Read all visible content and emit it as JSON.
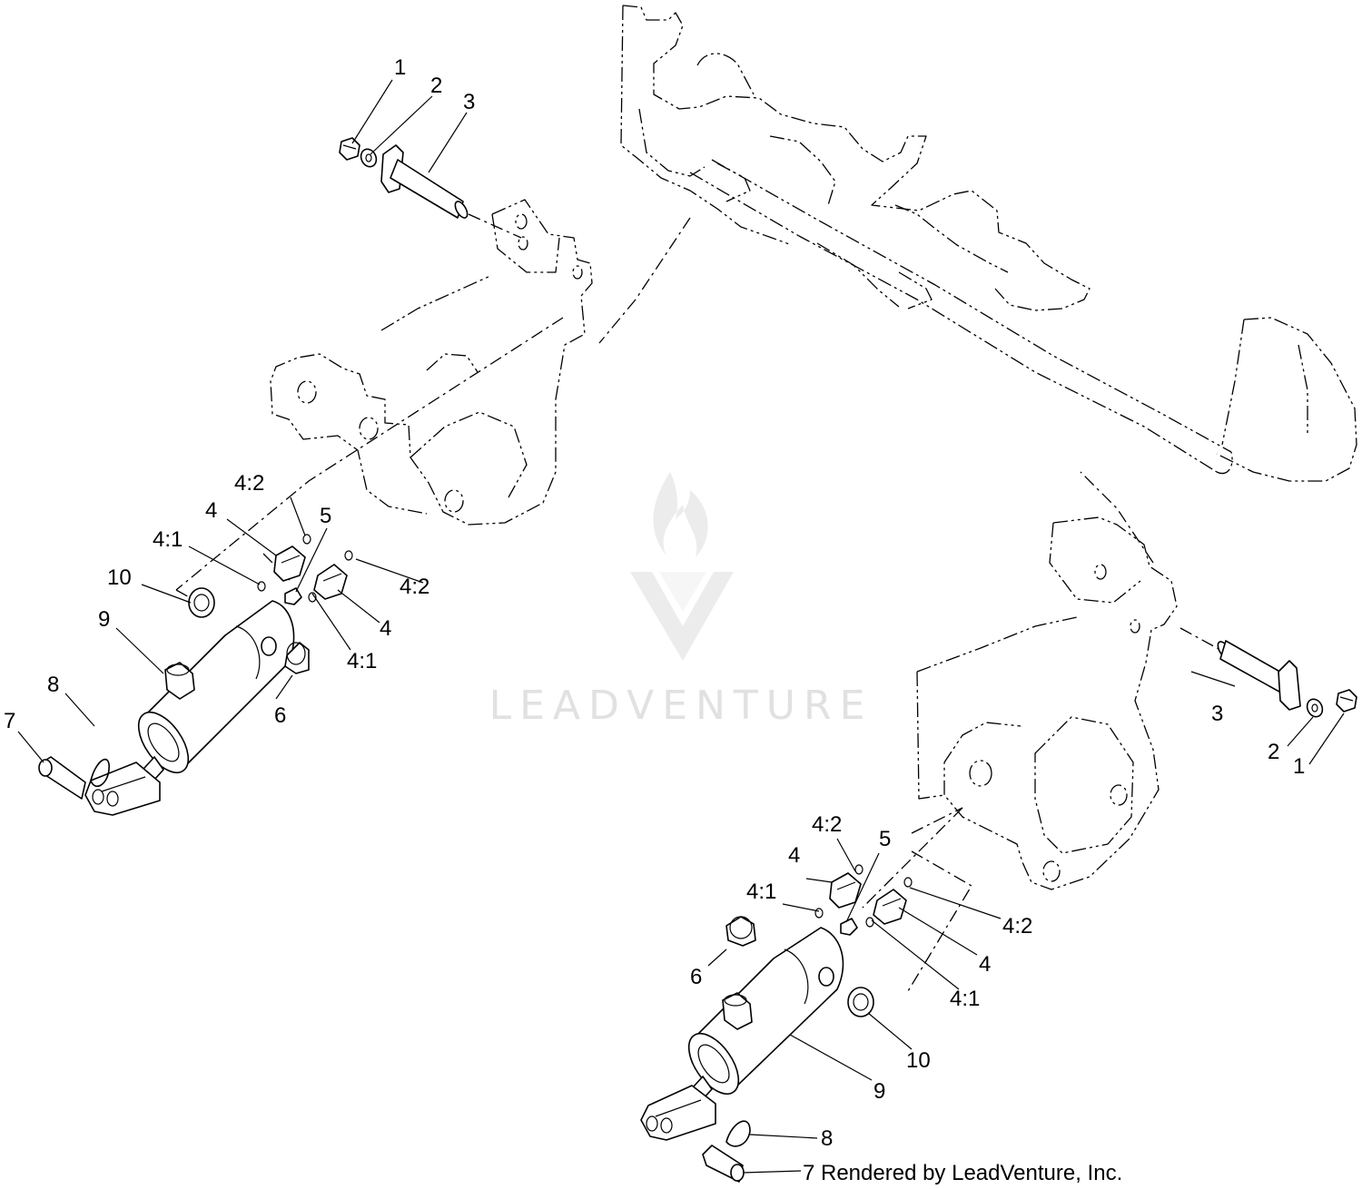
{
  "watermark": {
    "brand": "LEADVENTURE",
    "color": "#e1e1e1"
  },
  "credit": "Rendered by LeadVenture, Inc.",
  "callouts": [
    {
      "id": "l-1",
      "text": "1"
    },
    {
      "id": "l-2",
      "text": "2"
    },
    {
      "id": "l-3",
      "text": "3"
    },
    {
      "id": "l-42a",
      "text": "4:2"
    },
    {
      "id": "l-4a",
      "text": "4"
    },
    {
      "id": "l-5",
      "text": "5"
    },
    {
      "id": "l-41a",
      "text": "4:1"
    },
    {
      "id": "l-10",
      "text": "10"
    },
    {
      "id": "l-42b",
      "text": "4:2"
    },
    {
      "id": "l-9",
      "text": "9"
    },
    {
      "id": "l-4b",
      "text": "4"
    },
    {
      "id": "l-41b",
      "text": "4:1"
    },
    {
      "id": "l-8",
      "text": "8"
    },
    {
      "id": "l-6",
      "text": "6"
    },
    {
      "id": "l-7",
      "text": "7"
    },
    {
      "id": "r-3",
      "text": "3"
    },
    {
      "id": "r-2",
      "text": "2"
    },
    {
      "id": "r-1",
      "text": "1"
    },
    {
      "id": "r-42a",
      "text": "4:2"
    },
    {
      "id": "r-5",
      "text": "5"
    },
    {
      "id": "r-4a",
      "text": "4"
    },
    {
      "id": "r-41a",
      "text": "4:1"
    },
    {
      "id": "r-42b",
      "text": "4:2"
    },
    {
      "id": "r-6",
      "text": "6"
    },
    {
      "id": "r-4b",
      "text": "4"
    },
    {
      "id": "r-41b",
      "text": "4:1"
    },
    {
      "id": "r-10",
      "text": "10"
    },
    {
      "id": "r-9",
      "text": "9"
    },
    {
      "id": "r-8",
      "text": "8"
    },
    {
      "id": "r-7",
      "text": "7"
    }
  ]
}
